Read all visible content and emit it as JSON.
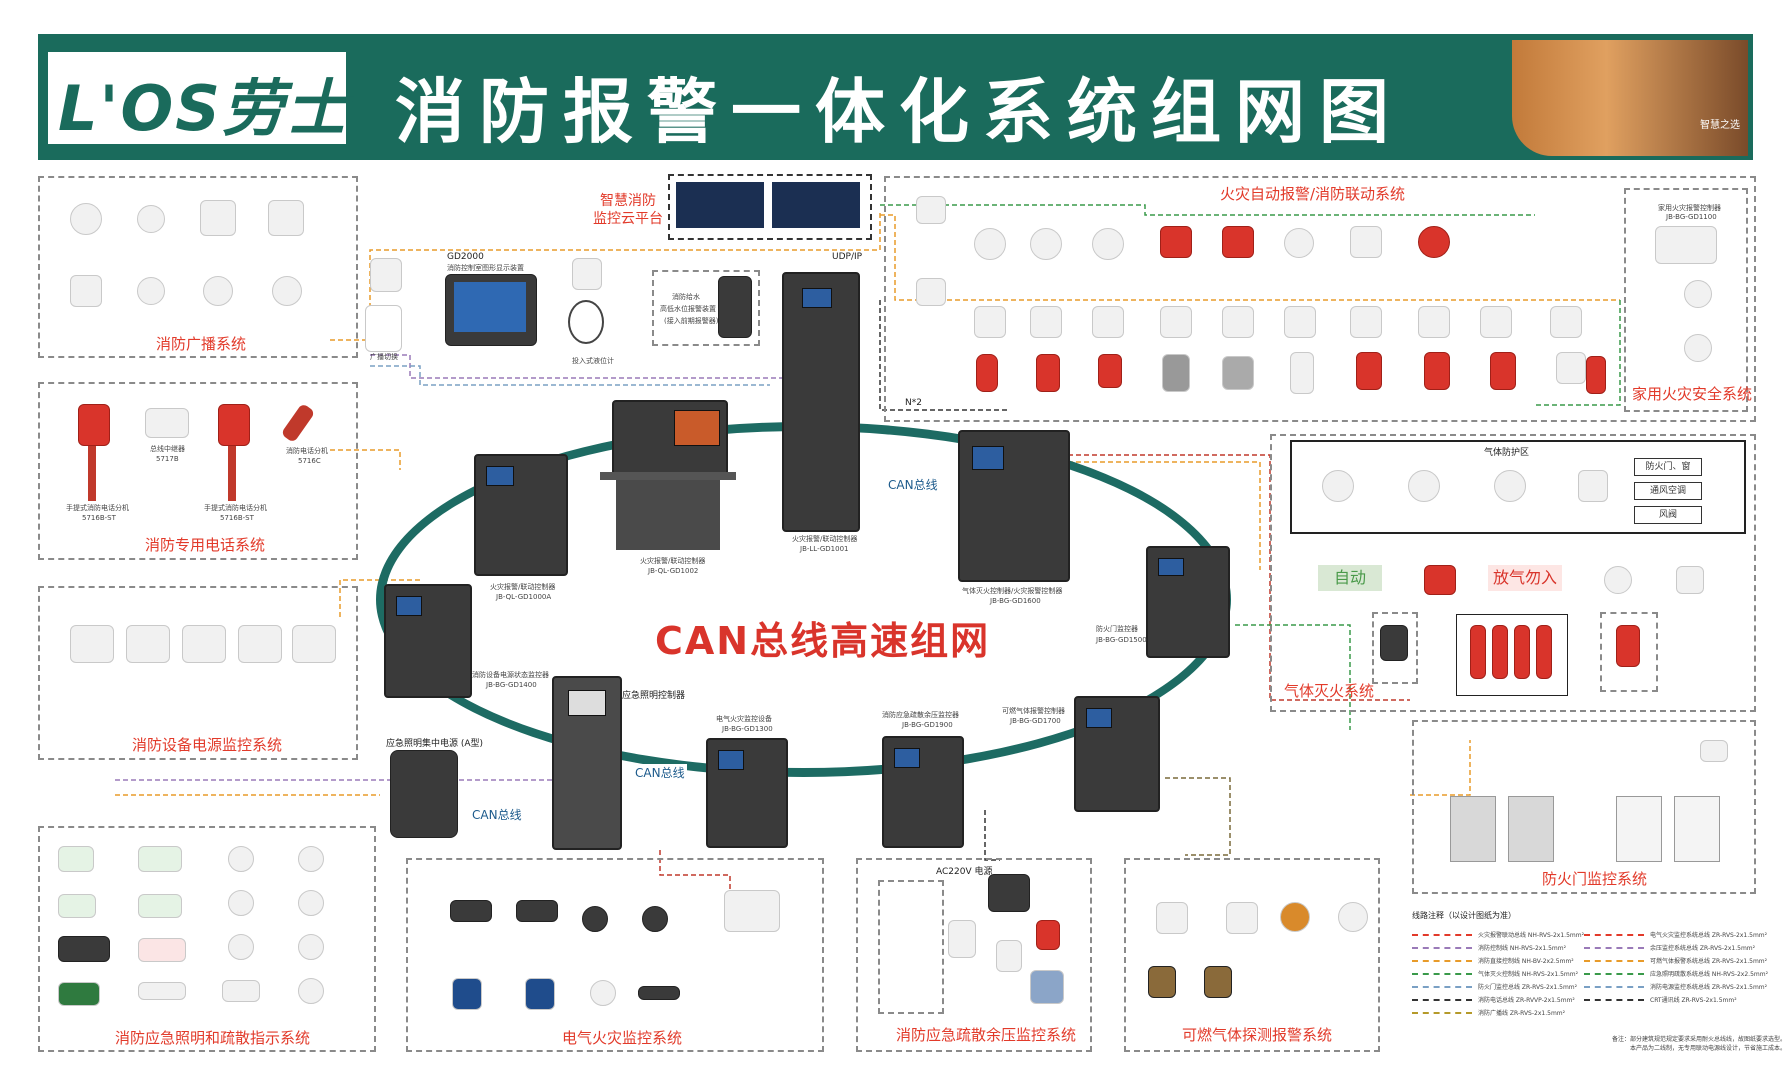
{
  "header": {
    "logo_latin": "L'OS",
    "logo_cn": "劳士",
    "title": "消防报警一体化系统组网图",
    "photo_caption": "智慧之选"
  },
  "center": {
    "ring_title": "CAN总线高速组网",
    "can_labels": [
      "CAN总线",
      "CAN总线",
      "CAN总线"
    ]
  },
  "cloud": {
    "title_line1": "智慧消防",
    "title_line2": "监控云平台",
    "udp": "UDP/IP"
  },
  "devices": {
    "gd2000_model": "GD2000",
    "gd2000_name": "消防控制室图形显示装置",
    "water_name": "消防给水",
    "water_sub": "高低水位报警装置",
    "water_note": "(接入前期报警器)",
    "pressure_name": "投入式液位计",
    "broadcast_name": "广播切换",
    "ctrl_a_name": "火灾报警/联动控制器",
    "ctrl_a_model": "JB-QL-GD1000A",
    "ctrl_b_name": "火灾报警/联动控制器",
    "ctrl_b_model": "JB-QL-GD1002",
    "ctrl_c_name": "火灾报警/联动控制器",
    "ctrl_c_model": "JB-LL-GD1001",
    "gas_ctrl_name": "气体灭火控制器/火灾报警控制器",
    "gas_ctrl_model": "JB-BG-GD1600",
    "door_ctrl_name": "防火门监控器",
    "door_ctrl_model": "JB-BG-GD1500",
    "power_ctrl_name": "消防设备电源状态监控器",
    "power_ctrl_model": "JB-BG-GD1400",
    "emergency_ctrl_name": "应急照明控制器",
    "emergency_power_name": "应急照明集中电源 (A型)",
    "elec_ctrl_name": "电气火灾监控设备",
    "elec_ctrl_model": "JB-BG-GD1300",
    "pressure_ctrl_name": "消防应急疏散余压监控器",
    "pressure_ctrl_model": "JB-BG-GD1900",
    "combust_ctrl_name": "可燃气体报警控制器",
    "combust_ctrl_model": "JB-BG-GD1700",
    "home_ctrl_name": "家用火灾报警控制器",
    "home_ctrl_model": "JB-BG-GD1100",
    "phone_items": [
      {
        "name": "手提式消防电话分机",
        "model": "5716B-ST"
      },
      {
        "name": "总线中继器",
        "model": "5717B"
      },
      {
        "name": "手提式消防电话分机",
        "model": "5716B-ST"
      },
      {
        "name": "消防电话分机",
        "model": "5716C"
      }
    ],
    "ac_label": "AC220V 电源",
    "nx2": "N*2"
  },
  "sections": {
    "broadcast": "消防广播系统",
    "phone": "消防专用电话系统",
    "power": "消防设备电源监控系统",
    "emergency": "消防应急照明和疏散指示系统",
    "electric": "电气火灾监控系统",
    "pressure": "消防应急疏散余压监控系统",
    "combust": "可燃气体探测报警系统",
    "firedoor": "防火门监控系统",
    "gas": "气体灭火系统",
    "fire_auto": "火灾自动报警/消防联动系统",
    "home": "家用火灾安全系统"
  },
  "gas_zone": {
    "title": "气体防护区",
    "actions": [
      "防火门、窗",
      "通风空调",
      "风阀"
    ],
    "auto_sign": "自动",
    "no_enter_sign": "放气勿入"
  },
  "legend": {
    "title": "线路注释（以设计图纸为准）",
    "left": [
      "火灾报警联动总线 NH-RVS-2x1.5mm²",
      "消防控制线 NH-RVS-2x1.5mm²",
      "消防直接控制线 NH-BV-2x2.5mm²",
      "气体灭火控制线 NH-RVS-2x1.5mm²",
      "防火门监控总线 ZR-RVS-2x1.5mm²",
      "消防电话总线 ZR-RVVP-2x1.5mm²",
      "消防广播线 ZR-RVS-2x1.5mm²"
    ],
    "right": [
      "电气火灾监控系统总线 ZR-RVS-2x1.5mm²",
      "余压监控系统总线 ZR-RVS-2x1.5mm²",
      "可燃气体报警系统总线 ZR-RVS-2x1.5mm²",
      "应急照明疏散系统总线 NH-RVS-2x2.5mm²",
      "消防电源监控系统总线 ZR-RVS-2x1.5mm²",
      "CRT通讯线 ZR-RVS-2x1.5mm²"
    ],
    "note_line1": "备注：部分建筑规范规定要求采用耐火总线线，故图纸要求选型。",
    "note_line2": "本产品为二线制，无专用联动电源线设计，节省施工成本。"
  },
  "colors": {
    "header_bg": "#1a6b5c",
    "ring": "#1d6b63",
    "section_title": "#e23a2a",
    "can_text": "#d9342b"
  }
}
